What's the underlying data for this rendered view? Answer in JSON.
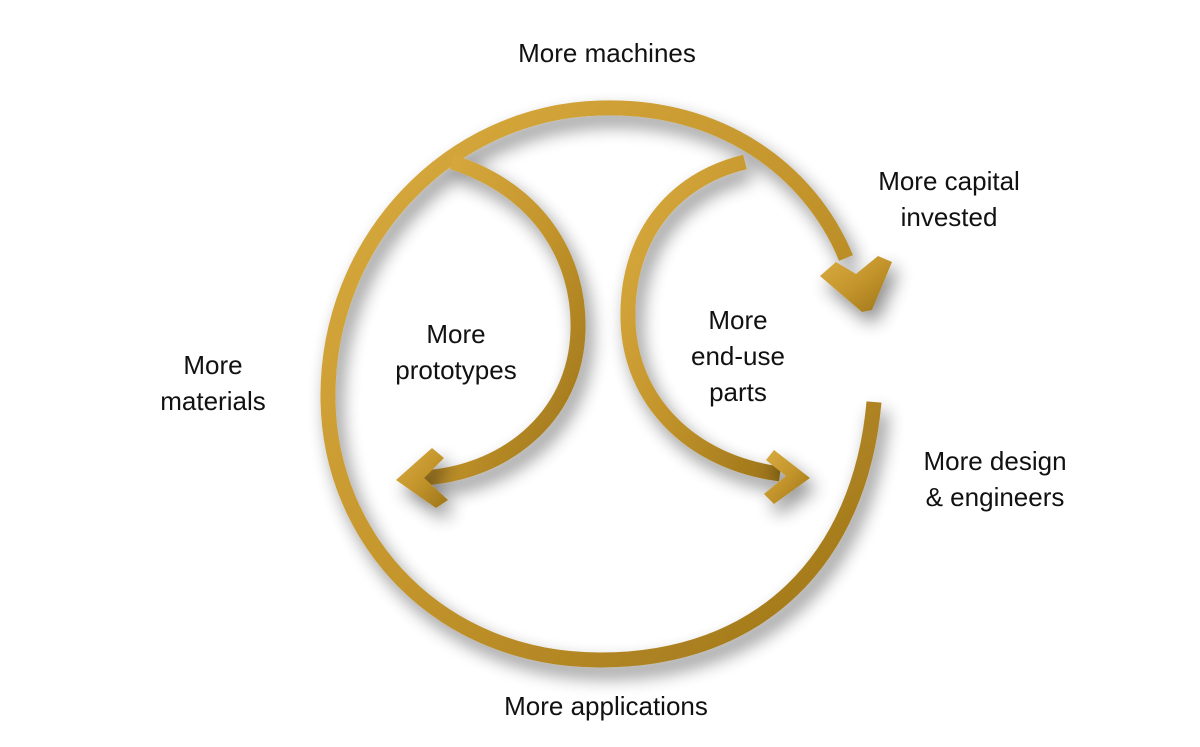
{
  "diagram": {
    "labels": {
      "machines": "More machines",
      "capital": [
        "More capital",
        "invested"
      ],
      "materials": [
        "More",
        "materials"
      ],
      "prototypes": [
        "More",
        "prototypes"
      ],
      "end_use": [
        "More",
        "end-use",
        "parts"
      ],
      "design": [
        "More design",
        "& engineers"
      ],
      "applications": "More applications"
    },
    "colors": {
      "arrow_light": "#d6a83a",
      "arrow_mid": "#c1922a",
      "arrow_dark": "#7a5a14",
      "shadow": "#9a9a9a",
      "text": "#111111",
      "background": "#ffffff"
    }
  }
}
